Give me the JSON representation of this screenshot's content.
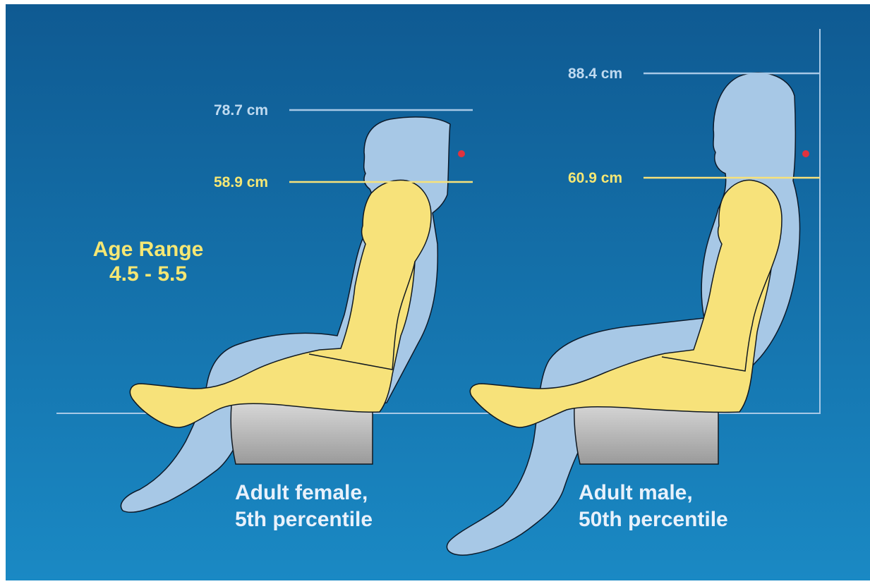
{
  "colors": {
    "background_top": "#0f5a92",
    "background_bottom": "#1a89c4",
    "adult_silhouette": "#a7c8e6",
    "child_silhouette": "#f7e27a",
    "seat_light": "#ebebeb",
    "seat_dark": "#9a9a9a",
    "reference_point": "#e0333f"
  },
  "age_range": {
    "line1": "Age Range",
    "line2": "4.5 - 5.5"
  },
  "female": {
    "adult_height_label": "78.7 cm",
    "child_height_label": "58.9 cm",
    "caption_line1": "Adult female,",
    "caption_line2": "5th percentile"
  },
  "male": {
    "adult_height_label": "88.4 cm",
    "child_height_label": "60.9 cm",
    "caption_line1": "Adult male,",
    "caption_line2": "50th percentile"
  }
}
